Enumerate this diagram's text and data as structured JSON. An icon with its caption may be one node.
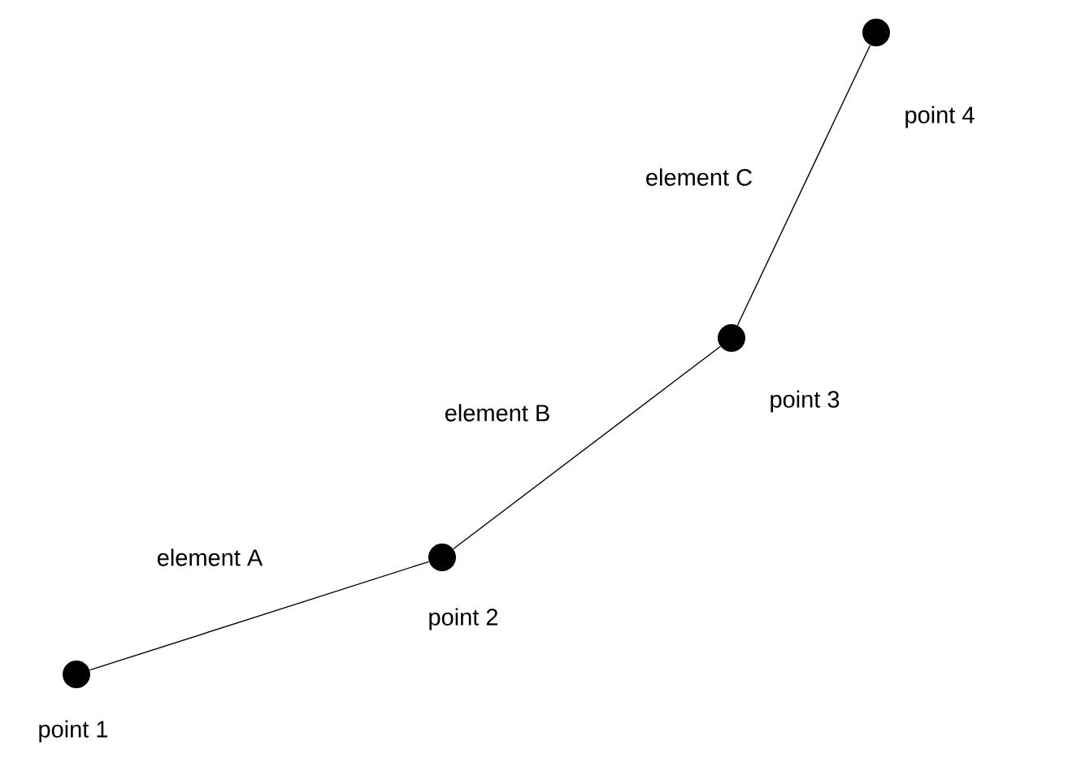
{
  "diagram": {
    "nodes": [
      {
        "text": [],
        "shape": "circle",
        "beside": [
          "point 1"
        ]
      },
      {
        "text": [],
        "shape": "circle",
        "beside": [
          "point 2"
        ]
      },
      {
        "text": [],
        "shape": "circle",
        "beside": [
          "point 3"
        ]
      },
      {
        "text": [],
        "shape": "circle",
        "beside": [
          "point 4"
        ]
      }
    ],
    "edges": [
      {
        "from": 0,
        "to": 1,
        "arrow": "none",
        "label": "element A"
      },
      {
        "from": 1,
        "to": 2,
        "arrow": "none",
        "label": "element B"
      },
      {
        "from": 2,
        "to": 3,
        "arrow": "none",
        "label": "element C"
      }
    ]
  }
}
